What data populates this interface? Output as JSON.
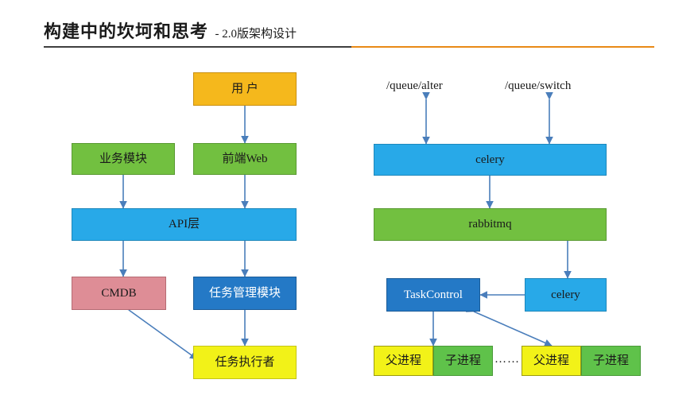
{
  "title": {
    "main": "构建中的坎坷和思考",
    "separator": "-",
    "sub": "2.0版架构设计"
  },
  "left_diagram": {
    "boxes": [
      {
        "id": "user",
        "label": "用    户",
        "color": "#f5b81c"
      },
      {
        "id": "biz-module",
        "label": "业务模块",
        "color": "#72c040"
      },
      {
        "id": "frontend-web",
        "label": "前端Web",
        "color": "#72c040"
      },
      {
        "id": "api-layer",
        "label": "API层",
        "color": "#28a9e8"
      },
      {
        "id": "cmdb",
        "label": "CMDB",
        "color": "#de8d96"
      },
      {
        "id": "task-mgmt",
        "label": "任务管理模块",
        "color": "#2479c6"
      },
      {
        "id": "task-exec",
        "label": "任务执行者",
        "color": "#f2f218"
      }
    ]
  },
  "right_diagram": {
    "queue_labels": [
      {
        "id": "queue-alter",
        "text": "/queue/alter"
      },
      {
        "id": "queue-switch",
        "text": "/queue/switch"
      }
    ],
    "boxes": [
      {
        "id": "celery-top",
        "label": "celery",
        "color": "#28a9e8"
      },
      {
        "id": "rabbitmq",
        "label": "rabbitmq",
        "color": "#72c040"
      },
      {
        "id": "taskcontrol",
        "label": "TaskControl",
        "color": "#2479c6"
      },
      {
        "id": "celery-right",
        "label": "celery",
        "color": "#28a9e8"
      },
      {
        "id": "parent-proc-1",
        "label": "父进程",
        "color": "#f2f218"
      },
      {
        "id": "child-proc-1",
        "label": "子进程",
        "color": "#5fc24a"
      },
      {
        "id": "parent-proc-2",
        "label": "父进程",
        "color": "#f2f218"
      },
      {
        "id": "child-proc-2",
        "label": "子进程",
        "color": "#5fc24a"
      }
    ],
    "ellipsis": "……"
  },
  "colors": {
    "rule_dark": "#3f3f3f",
    "rule_orange": "#e98a16",
    "connector": "#4a7ebb"
  }
}
